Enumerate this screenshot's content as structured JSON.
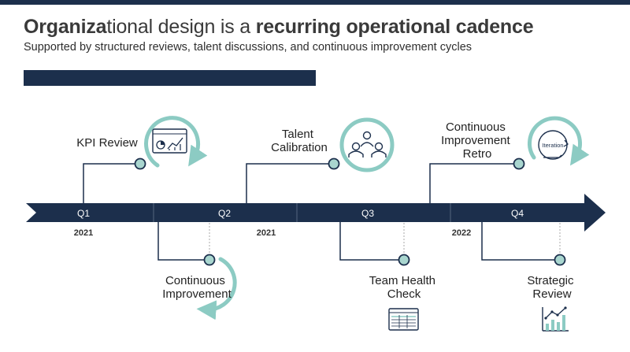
{
  "title": {
    "part1_bold": "Organiza",
    "part2": "tional design is a ",
    "part3_bold": "recurring operational cadence"
  },
  "subtitle": "Supported by structured reviews, talent discussions, and continuous improvement cycles",
  "timeline": {
    "quarters": [
      "Q1",
      "Q2",
      "Q3",
      "Q4"
    ],
    "years": [
      "2021",
      "2021",
      "2022"
    ]
  },
  "milestones": {
    "kpi_review": {
      "label": [
        "KPI Review"
      ],
      "icon": "dashboard-chart-icon"
    },
    "talent_calibration": {
      "label": [
        "Talent",
        "Calibration"
      ],
      "icon": "people-group-icon"
    },
    "continuous_improvement_retro": {
      "label": [
        "Continuous",
        "Improvement",
        "Retro"
      ],
      "icon": "iteration-cycle-icon",
      "icon_text": "Iteration"
    },
    "continuous_improvement": {
      "label": [
        "Continuous",
        "Improvement"
      ],
      "icon": "cycle-arrow-icon"
    },
    "team_health_check": {
      "label": [
        "Team Health",
        "Check"
      ],
      "icon": "spreadsheet-icon"
    },
    "strategic_review": {
      "label": [
        "Strategic",
        "Review"
      ],
      "icon": "bar-chart-icon"
    }
  },
  "colors": {
    "navy": "#1c2f4c",
    "teal": "#8ccbc3",
    "marker_fill": "#a9d6cf",
    "text": "#333333"
  }
}
